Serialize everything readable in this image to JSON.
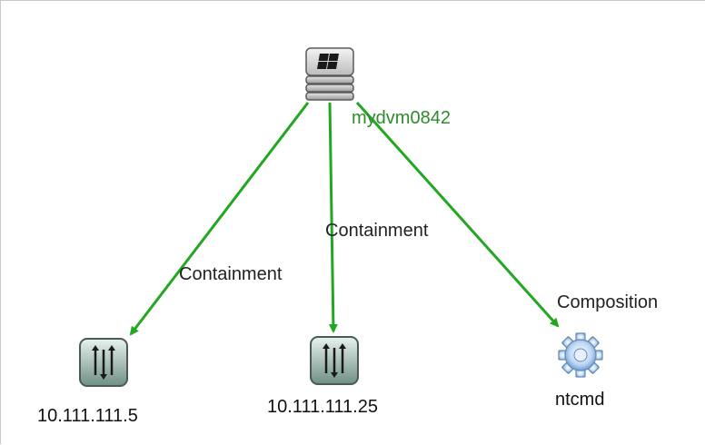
{
  "colors": {
    "edge": "#22a722",
    "host_label": "#2e8b2e",
    "text": "#111111"
  },
  "nodes": {
    "host": {
      "label": "mydvm0842",
      "icon": "windows-server-stack-icon"
    },
    "ip1": {
      "label": "10.111.111.5",
      "icon": "ip-address-arrows-icon"
    },
    "ip2": {
      "label": "10.111.111.25",
      "icon": "ip-address-arrows-icon"
    },
    "ntcmd": {
      "label": "ntcmd",
      "icon": "gear-icon"
    }
  },
  "edges": {
    "e1": {
      "label": "Containment"
    },
    "e2": {
      "label": "Containment"
    },
    "e3": {
      "label": "Composition"
    }
  }
}
